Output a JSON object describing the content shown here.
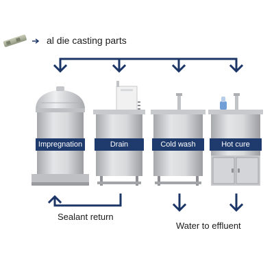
{
  "header": {
    "text": "al die casting parts"
  },
  "stages": [
    {
      "label": "Impregnation"
    },
    {
      "label": "Drain"
    },
    {
      "label": "Cold wash"
    },
    {
      "label": "Hot cure"
    }
  ],
  "captions": {
    "sealant_return": "Sealant return",
    "water_effluent": "Water to effluent"
  },
  "colors": {
    "arrow": "#1b3566",
    "label_band": "#1f3b6e",
    "tank_body": "#d6d6d8",
    "tank_shadow": "#a9a9ad"
  }
}
